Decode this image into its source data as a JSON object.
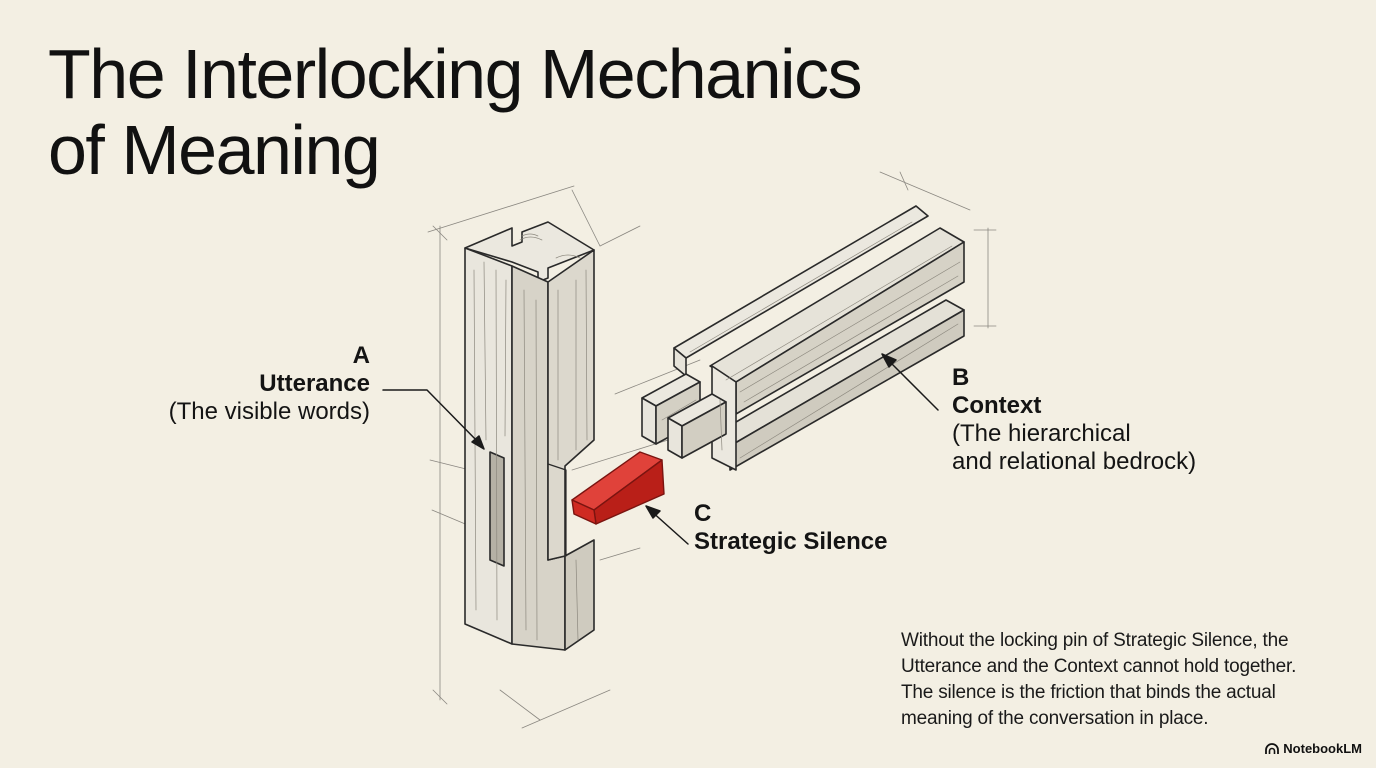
{
  "title": {
    "line1": "The Interlocking Mechanics",
    "line2": "of Meaning"
  },
  "labels": {
    "a": {
      "letter": "A",
      "name": "Utterance",
      "desc": "(The visible words)"
    },
    "b": {
      "letter": "B",
      "name": "Context",
      "desc_line1": "(The hierarchical",
      "desc_line2": "and relational bedrock)"
    },
    "c": {
      "letter": "C",
      "name": "Strategic Silence"
    }
  },
  "caption": {
    "line1": "Without the locking pin of Strategic Silence, the",
    "line2": "Utterance and the Context cannot hold together.",
    "line3": "The silence is the friction that binds the actual",
    "line4": "meaning of the conversation in place."
  },
  "brand": {
    "name": "NotebookLM",
    "icon": "notebooklm-logo-icon"
  },
  "colors": {
    "background": "#f3efe3",
    "wood_light": "#ebe8df",
    "wood_mid": "#dcd8cd",
    "wood_dark": "#c9c5b9",
    "pin_red": "#d32a22",
    "ink": "#2a2a2a"
  }
}
